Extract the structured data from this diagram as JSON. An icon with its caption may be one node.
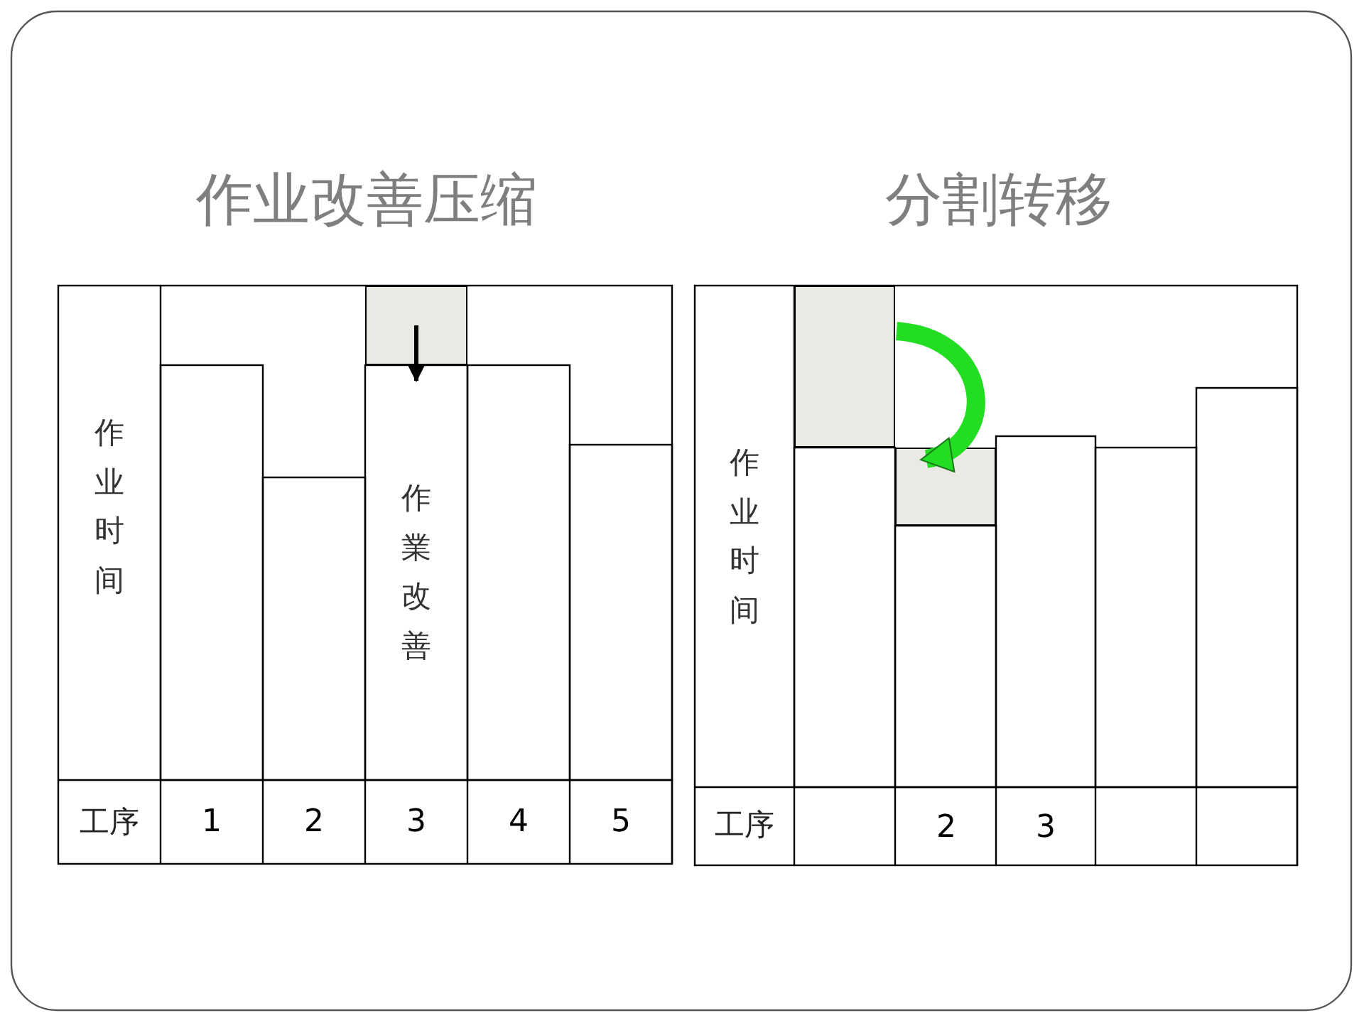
{
  "diagram": {
    "nodes": [
      {
        "text": [],
        "shape": "box"
      },
      {
        "text": [],
        "shape": "box"
      },
      {
        "text": [],
        "shape": "box"
      }
    ],
    "edges": [
      {
        "from": 1,
        "to": 2,
        "arrow": "to"
      }
    ],
    "labels": [
      "作业改善压缩",
      "分割转移",
      "作业时间",
      "作業改善",
      "工序",
      "1",
      "2",
      "3",
      "4",
      "5",
      "作业时间",
      "工序",
      "2",
      "3"
    ]
  }
}
